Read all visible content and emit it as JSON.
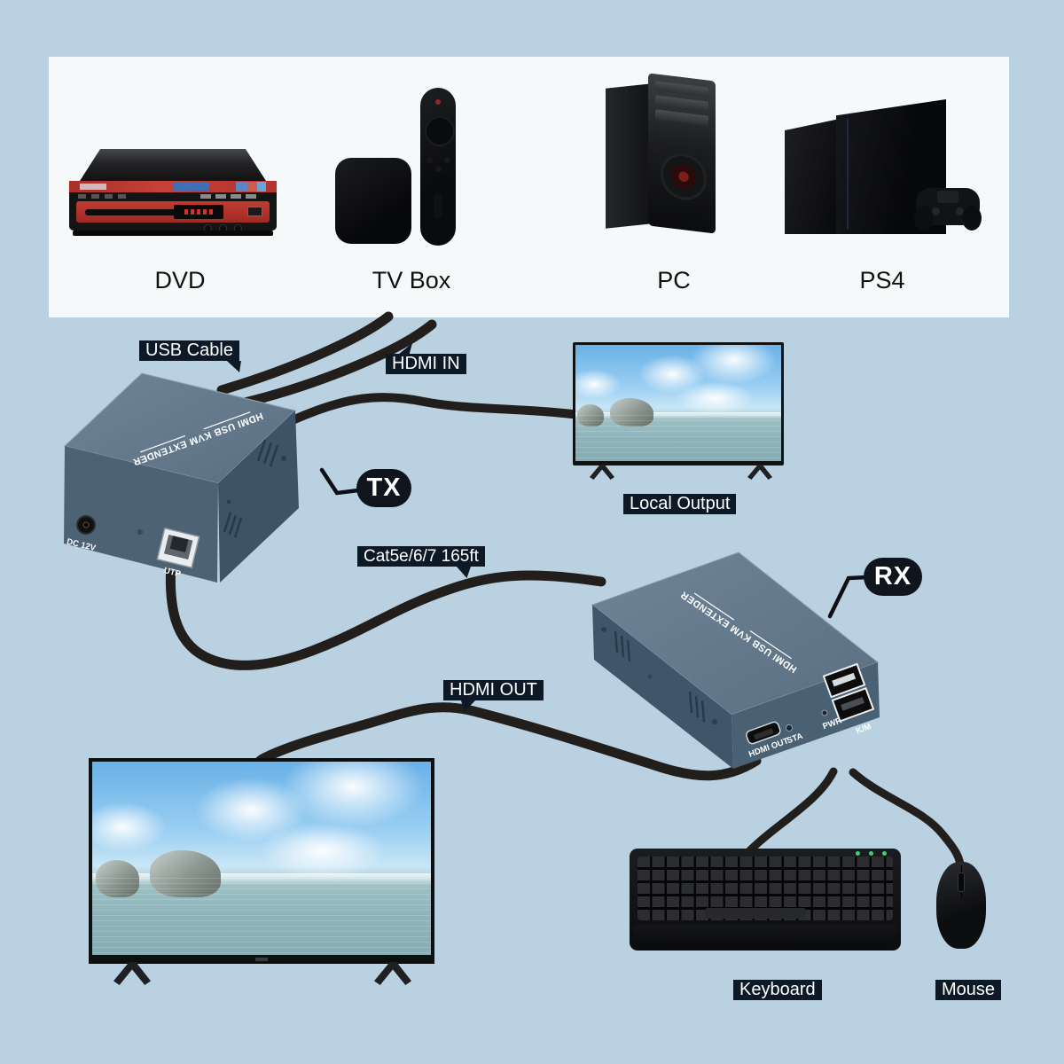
{
  "banner": {
    "devices": [
      {
        "id": "dvd",
        "label": "DVD"
      },
      {
        "id": "tv-box",
        "label": "TV Box"
      },
      {
        "id": "pc",
        "label": "PC"
      },
      {
        "id": "ps4",
        "label": "PS4"
      }
    ]
  },
  "annotations": {
    "usb_cable": "USB Cable",
    "hdmi_in": "HDMI IN",
    "tx": "TX",
    "rx": "RX",
    "local_output": "Local Output",
    "cat5e": "Cat5e/6/7 165ft",
    "hdmi_out": "HDMI OUT",
    "keyboard": "Keyboard",
    "mouse": "Mouse"
  },
  "tx_device": {
    "top_text": "HDMI USB KVM EXTENDER",
    "dc_port": "DC 12V",
    "utp_port": "UTP"
  },
  "rx_device": {
    "top_text": "HDMI USB KVM EXTENDER",
    "hdmi_port": "HDMI OUT",
    "sta_led": "STA",
    "pwr_led": "PWR",
    "km_port": "K/M"
  },
  "colors": {
    "background": "#b9d1e0",
    "panel": "#f6f9fa",
    "badge_bg": "#0d1926",
    "pill_bg": "#10151d",
    "cable": "#221e1b",
    "device_top": "#64798b",
    "device_front": "#4d6375",
    "device_side": "#3f5467"
  }
}
